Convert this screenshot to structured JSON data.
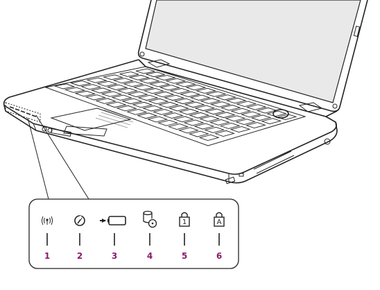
{
  "indicators": [
    {
      "number": "1",
      "icon": "wireless-icon"
    },
    {
      "number": "2",
      "icon": "power-icon"
    },
    {
      "number": "3",
      "icon": "battery-icon"
    },
    {
      "number": "4",
      "icon": "drive-activity-icon"
    },
    {
      "number": "5",
      "icon": "num-lock-icon",
      "key_label": "1"
    },
    {
      "number": "6",
      "icon": "caps-lock-icon",
      "key_label": "A"
    }
  ],
  "colors": {
    "label": "#8b1b6e",
    "stroke": "#222222",
    "screen": "#e8e8e8"
  }
}
